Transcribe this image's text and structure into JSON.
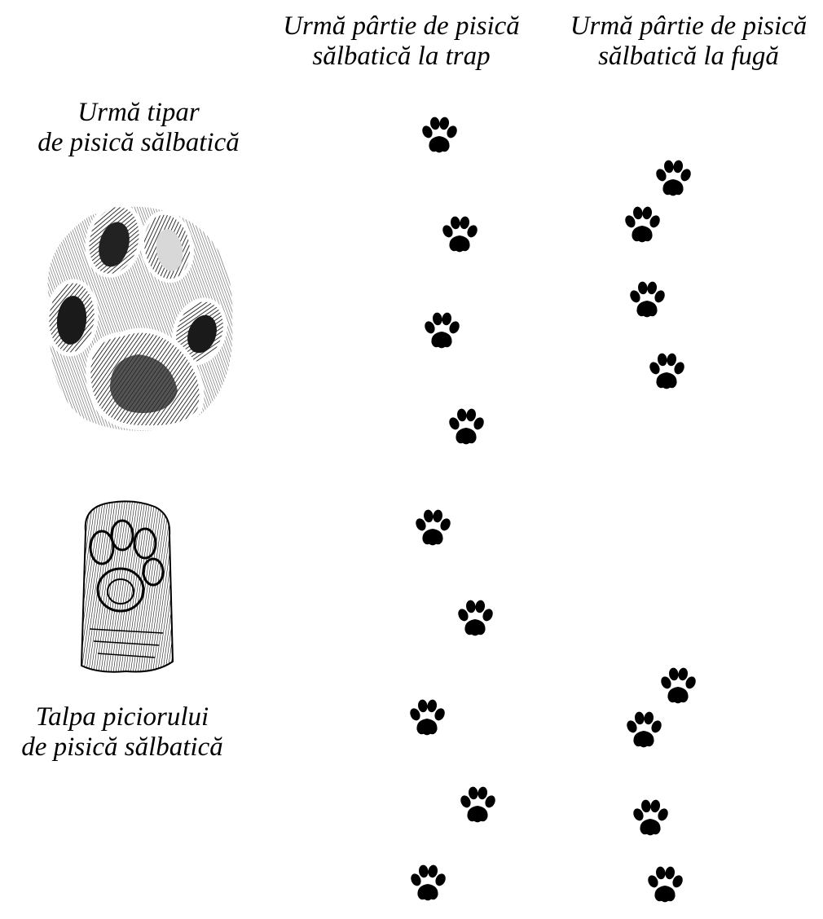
{
  "captions": {
    "trot": {
      "line1": "Urmă pârtie de pisică",
      "line2": "sălbatică la trap"
    },
    "run": {
      "line1": "Urmă pârtie de pisică",
      "line2": "sălbatică la fugă"
    },
    "print": {
      "line1": "Urmă tipar",
      "line2": "de pisică sălbatică"
    },
    "sole": {
      "line1": "Talpa piciorului",
      "line2": "de pisică sălbatică"
    }
  },
  "colors": {
    "ink": "#000000",
    "background": "#ffffff",
    "pad_highlight": "#d8d8d8"
  },
  "icons": {
    "footprint": "paw-print-icon"
  }
}
